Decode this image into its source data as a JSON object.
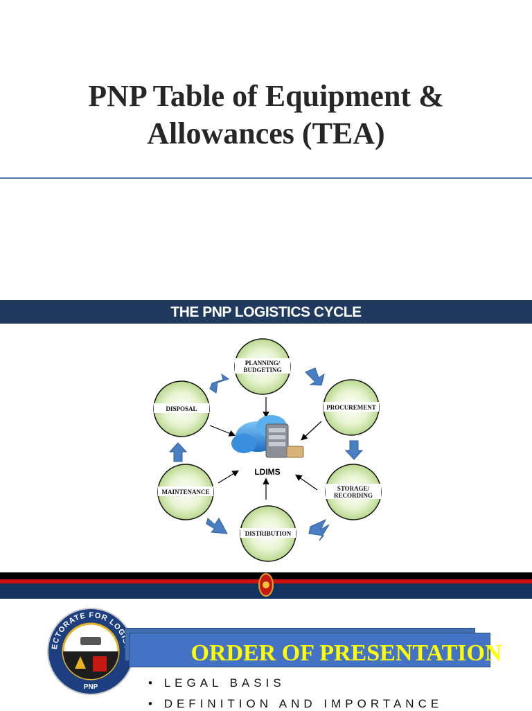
{
  "slide1": {
    "title_line1": "PNP Table of Equipment &",
    "title_line2": "Allowances (TEA)"
  },
  "slide2": {
    "banner_title": "THE PNP LOGISTICS CYCLE",
    "center_label": "LDIMS",
    "nodes": [
      {
        "label_lines": [
          "PLANNING/",
          "BUDGETING"
        ]
      },
      {
        "label_lines": [
          "PROCUREMENT"
        ]
      },
      {
        "label_lines": [
          "STORAGE/",
          "RECORDING"
        ]
      },
      {
        "label_lines": [
          "DISTRIBUTION"
        ]
      },
      {
        "label_lines": [
          "MAINTENANCE"
        ]
      },
      {
        "label_lines": [
          "DISPOSAL"
        ]
      }
    ],
    "colors": {
      "banner": "#1f3a5c",
      "node_fill": "#d9ecb8",
      "arrow": "#4a7ec2"
    }
  },
  "slide3": {
    "seal_text": "DIRECTORATE FOR LOGISTICS",
    "seal_bottom": "PNP",
    "title": "ORDER OF PRESENTATION",
    "bullets": [
      "LEGAL BASIS",
      "DEFINITION AND IMPORTANCE"
    ]
  }
}
